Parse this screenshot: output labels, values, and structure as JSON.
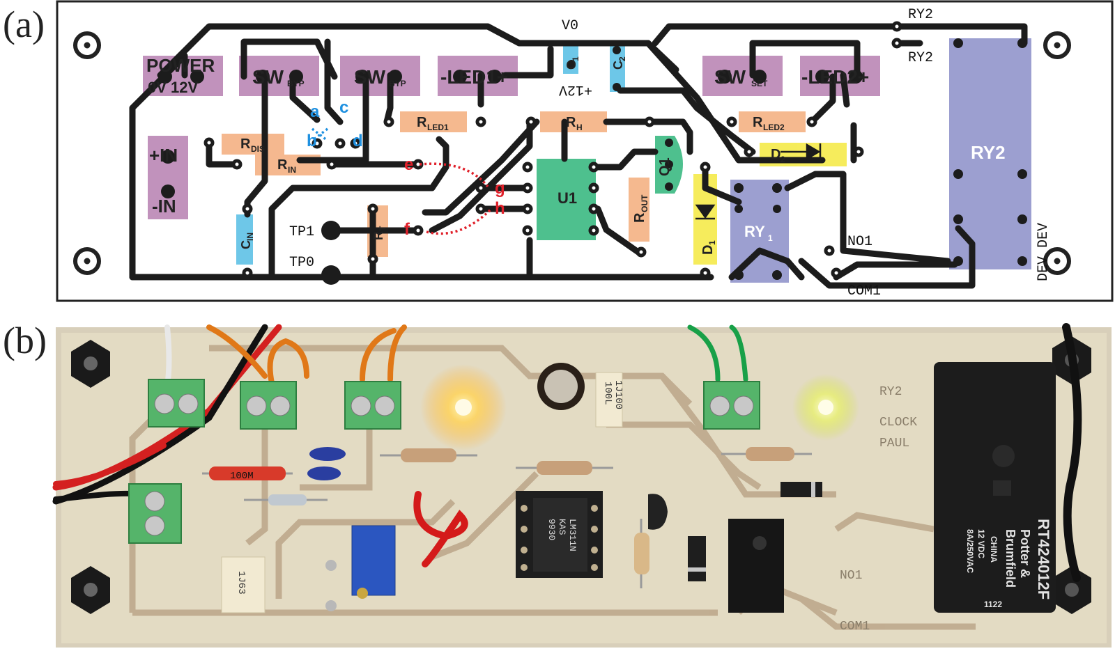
{
  "panels": {
    "a": "(a)",
    "b": "(b)"
  },
  "pcb_layout": {
    "components": {
      "power": {
        "name": "POWER",
        "pins": "0V  12V"
      },
      "sw_byp_1": {
        "main": "SW",
        "sub": "BYP"
      },
      "sw_byp_2": {
        "main": "SW",
        "sub": "BYP"
      },
      "led1": "-LED1+",
      "sw_set": {
        "main": "SW",
        "sub": "SET"
      },
      "led2": "-LED2+",
      "in_pos": "+IN",
      "in_neg": "-IN",
      "r_dis": {
        "main": "R",
        "sub": "DIS"
      },
      "r_in": {
        "main": "R",
        "sub": "IN"
      },
      "r_led1": {
        "main": "R",
        "sub": "LED1"
      },
      "r_h": {
        "main": "R",
        "sub": "H"
      },
      "r_led2": {
        "main": "R",
        "sub": "LED2"
      },
      "r_out": {
        "main": "R",
        "sub": "OUT"
      },
      "r_t": {
        "main": "R",
        "sub": "T"
      },
      "c1": {
        "main": "C",
        "sub": "1"
      },
      "c2": {
        "main": "C",
        "sub": "2"
      },
      "c_in": {
        "main": "C",
        "sub": "IN"
      },
      "q1": "Q1",
      "d1": {
        "main": "D",
        "sub": "1"
      },
      "d2": {
        "main": "D",
        "sub": "2"
      },
      "u1": "U1",
      "ry1": {
        "main": "RY",
        "sub": "1"
      },
      "ry2": "RY2"
    },
    "jumper_points": {
      "a": "a",
      "b": "b",
      "c": "c",
      "d": "d",
      "e": "e",
      "f": "f",
      "g": "g",
      "h": "h"
    },
    "silkscreen": {
      "v0": "V0",
      "v12": "+12V",
      "tp1": "TP1",
      "tp0": "TP0",
      "ry2_top1": "RY2",
      "ry2_top2": "RY2",
      "no1": "NO1",
      "com1": "COM1",
      "dev": "DEV DEV"
    },
    "colors": {
      "trace": "#1c1c1c",
      "connector": "#b67fb0",
      "resistor": "#f4b183",
      "capacitor": "#5ec1e6",
      "transistor_ic": "#2fb57a",
      "diode": "#f5ea4a",
      "relay": "#8b8ec8",
      "jumper_blue": "#1e90e0",
      "jumper_red": "#e0202a"
    }
  },
  "photo": {
    "resistor_label": "100M",
    "cap_label_1": "100L",
    "cap_label_2": "1J100",
    "cap_label_3": "1J63",
    "ic_marking": [
      "LM311N",
      "KAS",
      "9930"
    ],
    "relay_marking": [
      "RT424012F",
      "Potter &",
      "Brumfield",
      "CHINA",
      "12 VDC",
      "8A/250VAC",
      "1122"
    ],
    "silk_visible": [
      "RY2",
      "CLOCK",
      "PAUL",
      "NO1",
      "COM1"
    ]
  }
}
